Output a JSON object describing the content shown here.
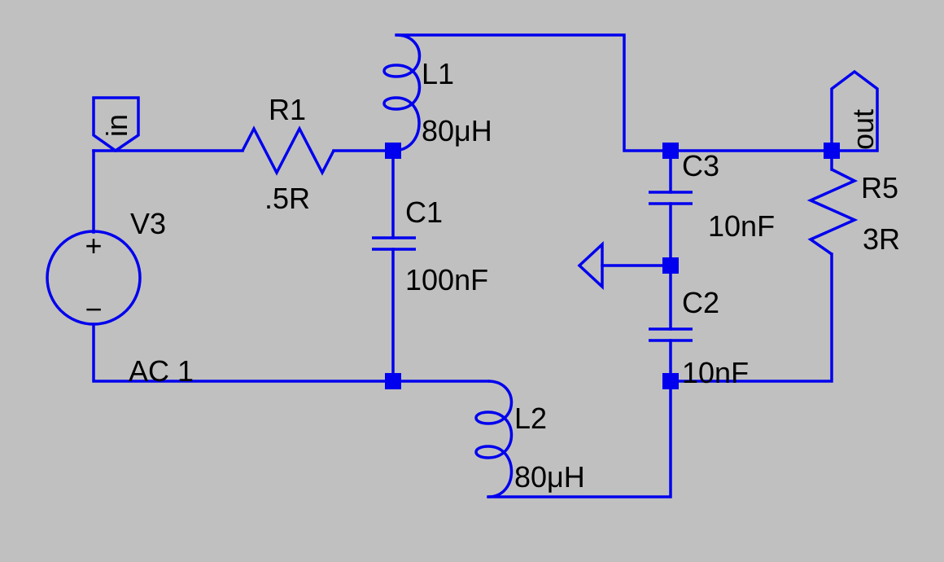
{
  "colors": {
    "background": "#c0c0c0",
    "wire": "#0000ee",
    "text": "#000000"
  },
  "components": {
    "V3": {
      "name": "V3",
      "value": "AC 1",
      "polarity_plus": "+",
      "polarity_minus": "−"
    },
    "R1": {
      "name": "R1",
      "value": ".5R"
    },
    "L1": {
      "name": "L1",
      "value": "80μH"
    },
    "C1": {
      "name": "C1",
      "value": "100nF"
    },
    "L2": {
      "name": "L2",
      "value": "80μH"
    },
    "C3": {
      "name": "C3",
      "value": "10nF"
    },
    "C2": {
      "name": "C2",
      "value": "10nF"
    },
    "R5": {
      "name": "R5",
      "value": "3R"
    }
  },
  "ports": {
    "in": {
      "label": "in"
    },
    "out": {
      "label": "out"
    }
  },
  "ground": {
    "icon": "ground-icon"
  }
}
